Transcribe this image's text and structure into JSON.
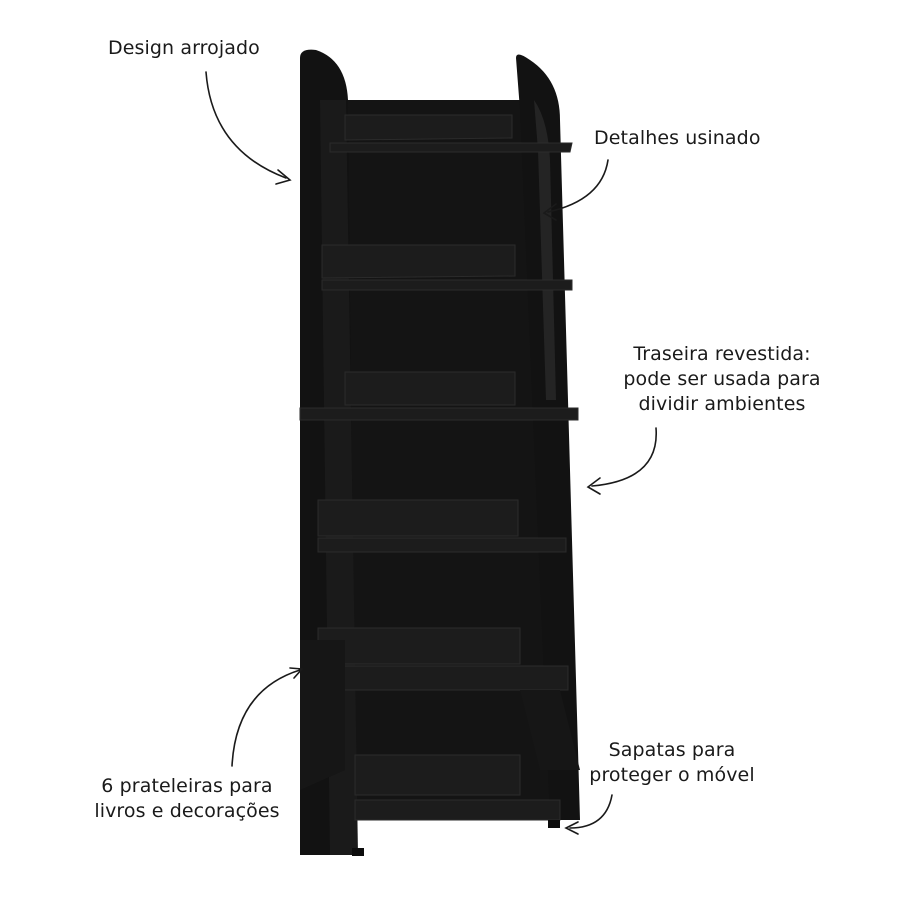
{
  "product": {
    "colors": {
      "furniture": "#141414",
      "furniture_edge": "#2b2b2b",
      "shelf_top": "#1f1f1f",
      "annotation_arrow": "#1a1a1a",
      "background": "#ffffff"
    }
  },
  "callouts": [
    {
      "id": "design",
      "lines": [
        "Design arrojado"
      ]
    },
    {
      "id": "details",
      "lines": [
        "Detalhes usinado"
      ]
    },
    {
      "id": "back",
      "lines": [
        "Traseira revestida:",
        "pode ser usada para",
        "dividir ambientes"
      ]
    },
    {
      "id": "shelves",
      "lines": [
        "6 prateleiras para",
        "livros e decorações"
      ]
    },
    {
      "id": "feet",
      "lines": [
        "Sapatas para",
        "proteger o móvel"
      ]
    }
  ],
  "icons": [
    "curved-arrow-icon"
  ]
}
